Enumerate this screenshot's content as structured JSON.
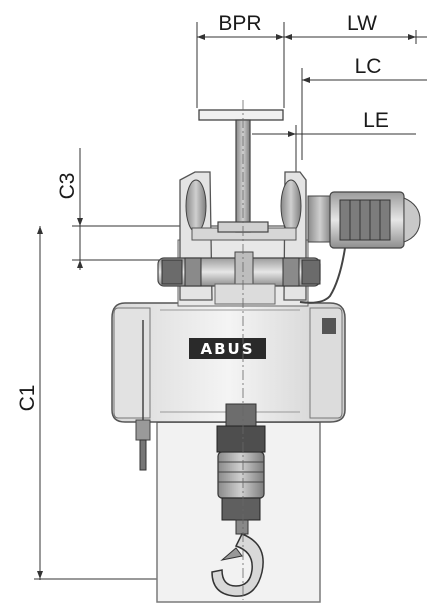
{
  "dimensions": {
    "bpr": "BPR",
    "lw": "LW",
    "lc": "LC",
    "le": "LE",
    "c3": "C3",
    "c1": "C1"
  },
  "brand": {
    "logo_text": "ABUS"
  }
}
